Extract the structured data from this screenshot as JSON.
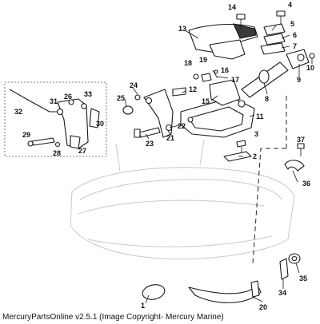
{
  "footer": {
    "copyright": "MercuryPartsOnline v2.5.1 (Image Copyright- Mercury Marine)"
  },
  "callouts": {
    "c1": "1",
    "c2": "2",
    "c3": "3",
    "c4": "4",
    "c5": "5",
    "c6": "6",
    "c7": "7",
    "c8": "8",
    "c9": "9",
    "c10": "10",
    "c11": "11",
    "c12": "12",
    "c13": "13",
    "c14": "14",
    "c15": "15",
    "c16": "16",
    "c17": "17",
    "c18": "18",
    "c19": "19",
    "c20": "20",
    "c21": "21",
    "c22": "22",
    "c23": "23",
    "c24": "24",
    "c25": "25",
    "c26": "26",
    "c27": "27",
    "c28": "28",
    "c29": "29",
    "c30": "30",
    "c31": "31",
    "c32": "32",
    "c33": "33",
    "c34": "34",
    "c35": "35",
    "c36": "36",
    "c37": "37"
  }
}
